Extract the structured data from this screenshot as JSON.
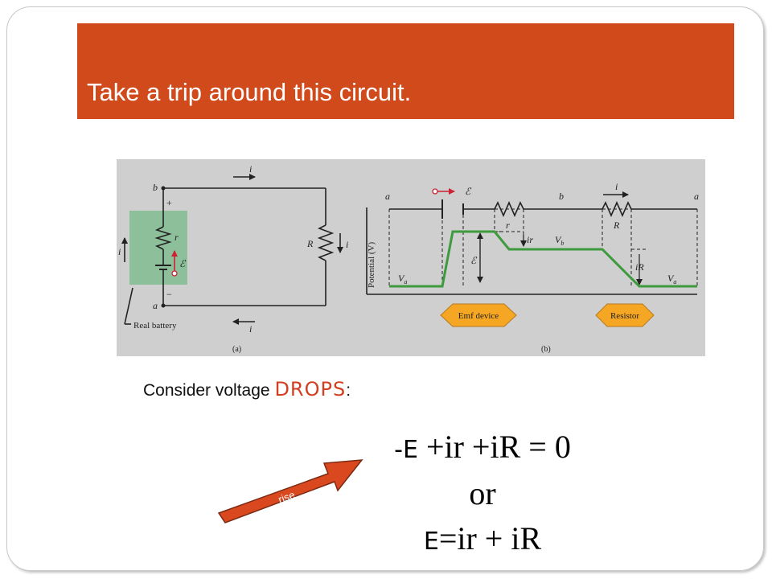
{
  "slide": {
    "title": "Take a trip around this circuit."
  },
  "figure": {
    "panel_a": {
      "current": "i",
      "node_b": "b",
      "node_a": "a",
      "plus": "+",
      "minus": "−",
      "internal_resistance": "r",
      "emf": "ℰ",
      "load_resistor": "R",
      "battery_label": "Real battery",
      "caption": "(a)"
    },
    "panel_b": {
      "node_a_left": "a",
      "node_b": "b",
      "node_a_right": "a",
      "emf": "ℰ",
      "internal_resistance": "r",
      "current": "i",
      "load_resistor": "R",
      "y_axis_label": "Potential (V)",
      "va_left": "V",
      "va_left_sub": "a",
      "vb": "V",
      "vb_sub": "b",
      "va_right": "V",
      "va_right_sub": "a",
      "drop_ir": "ir",
      "drop_iR": "iR",
      "emf_rise": "ℰ",
      "emf_device_label": "Emf device",
      "resistor_label": "Resistor",
      "caption": "(b)"
    }
  },
  "text": {
    "consider_prefix": "Consider voltage ",
    "drops_word": "DROPS",
    "colon": ":",
    "arrow_label": "rise"
  },
  "equations": {
    "eq1_minus": "-",
    "eq1_symbol": "E",
    "eq1_rest": " +ir +iR = 0",
    "eq2": "or",
    "eq3_symbol": "E",
    "eq3_rest": "=ir + iR"
  }
}
